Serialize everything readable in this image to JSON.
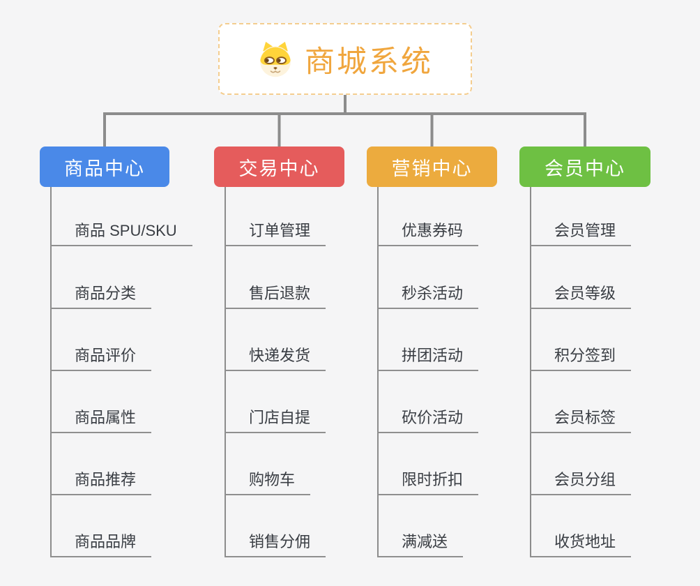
{
  "root": {
    "title": "商城系统",
    "icon": "dog-icon",
    "accent_color": "#f0a63e",
    "border_color": "#f4cd8f"
  },
  "branches": [
    {
      "label": "商品中心",
      "color": "#4a89e8",
      "children": [
        "商品 SPU/SKU",
        "商品分类",
        "商品评价",
        "商品属性",
        "商品推荐",
        "商品品牌"
      ]
    },
    {
      "label": "交易中心",
      "color": "#e55c5c",
      "children": [
        "订单管理",
        "售后退款",
        "快递发货",
        "门店自提",
        "购物车",
        "销售分佣"
      ]
    },
    {
      "label": "营销中心",
      "color": "#ecab3e",
      "children": [
        "优惠券码",
        "秒杀活动",
        "拼团活动",
        "砍价活动",
        "限时折扣",
        "满减送"
      ]
    },
    {
      "label": "会员中心",
      "color": "#6ec043",
      "children": [
        "会员管理",
        "会员等级",
        "积分签到",
        "会员标签",
        "会员分组",
        "收货地址"
      ]
    }
  ],
  "connector_color": "#8c8c8c",
  "background_color": "#f5f5f6"
}
